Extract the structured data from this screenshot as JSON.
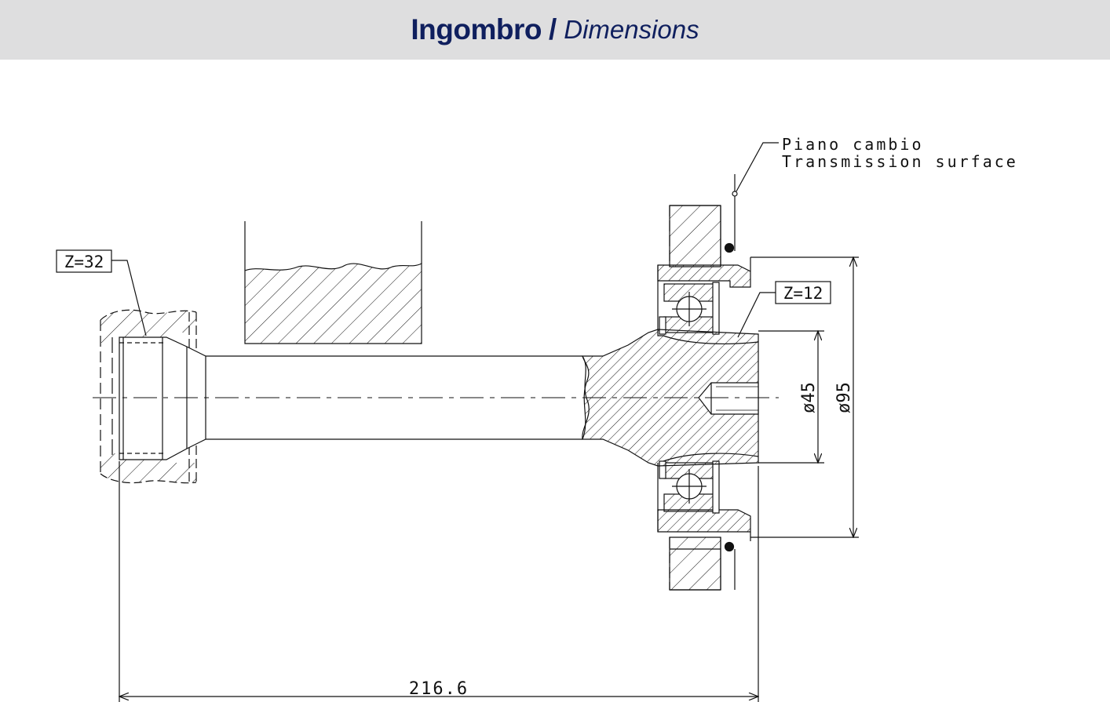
{
  "header": {
    "title_bold": "Ingombro",
    "separator": "/",
    "title_italic": "Dimensions"
  },
  "drawing": {
    "teeth_left_label": "Z=32",
    "teeth_right_label": "Z=12",
    "surface_label_it": "Piano cambio",
    "surface_label_en": "Transmission surface",
    "dia_small_label": "ø45",
    "dia_large_label": "ø95",
    "length_label": "216.6"
  },
  "colors": {
    "header_bg": "#dededf",
    "title": "#0f1f5e",
    "line": "#111111"
  }
}
